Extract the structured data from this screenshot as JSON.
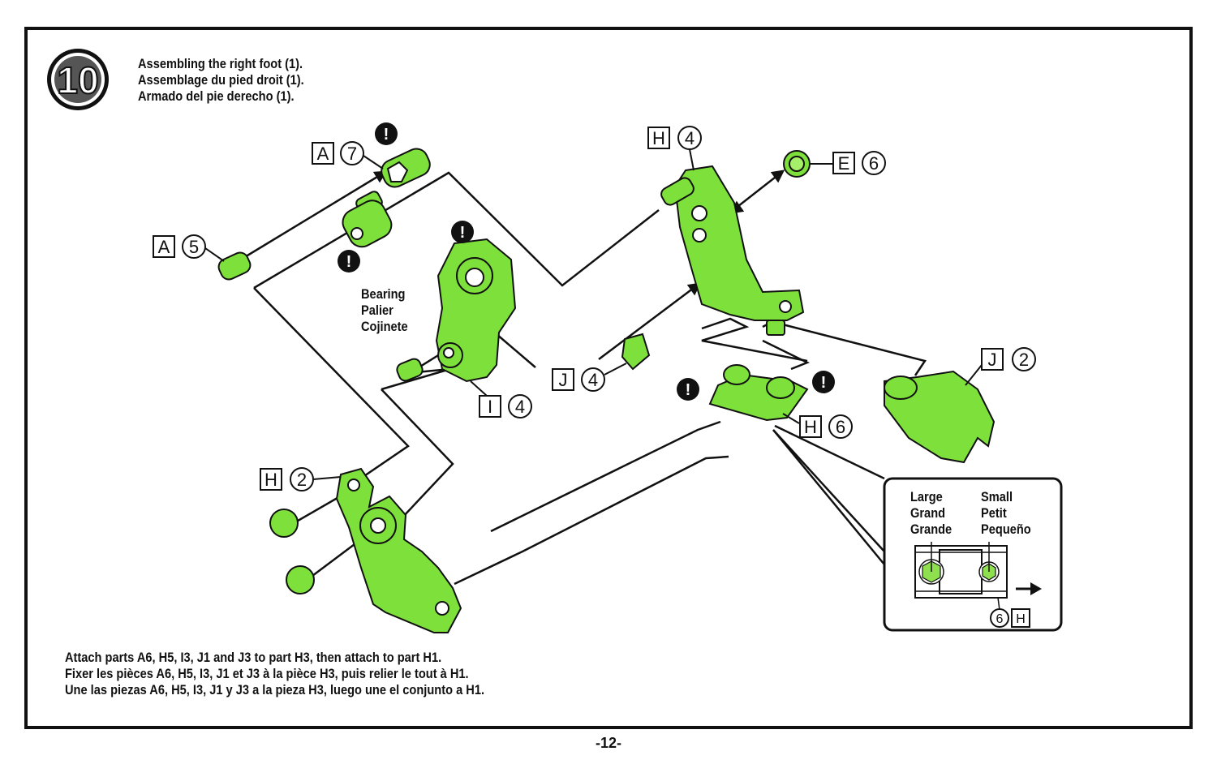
{
  "step": {
    "number": "10"
  },
  "title": {
    "en": "Assembling the right foot (1).",
    "fr": "Assemblage du pied droit (1).",
    "es": "Armado del pie derecho (1)."
  },
  "bearing_note": {
    "en": "Bearing",
    "fr": "Palier",
    "es": "Cojinete"
  },
  "parts": {
    "a7": {
      "letter": "A",
      "num": "7"
    },
    "a5": {
      "letter": "A",
      "num": "5"
    },
    "h4": {
      "letter": "H",
      "num": "4"
    },
    "e6": {
      "letter": "E",
      "num": "6"
    },
    "i4": {
      "letter": "I",
      "num": "4"
    },
    "j4": {
      "letter": "J",
      "num": "4"
    },
    "j2": {
      "letter": "J",
      "num": "2"
    },
    "h6": {
      "letter": "H",
      "num": "6"
    },
    "h2": {
      "letter": "H",
      "num": "2"
    }
  },
  "inset": {
    "large": {
      "en": "Large",
      "fr": "Grand",
      "es": "Grande"
    },
    "small": {
      "en": "Small",
      "fr": "Petit",
      "es": "Pequeño"
    },
    "part": {
      "num": "6",
      "letter": "H"
    }
  },
  "caution_symbol": "!",
  "instructions": {
    "en": "Attach parts A6, H5, I3, J1 and J3 to part H3, then attach to part H1.",
    "fr": "Fixer les pièces A6, H5, I3, J1 et J3 à la pièce H3, puis relier le tout à H1.",
    "es": "Une las piezas A6, H5, I3, J1 y J3 a la pieza H3, luego une el conjunto a H1."
  },
  "page_number": "-12-",
  "colors": {
    "part_green": "#7ee03a",
    "outline": "#111111",
    "inset_green": "#8fe04f"
  }
}
